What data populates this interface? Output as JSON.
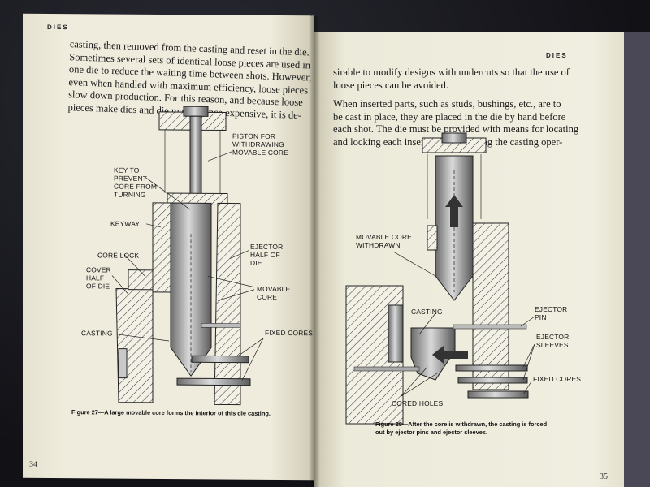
{
  "left_page": {
    "header": "DIES",
    "text_lines": [
      "casting, then removed from the casting and reset in the die.",
      "Sometimes several sets of identical loose pieces are used in",
      "one die to reduce the waiting time between shots. However,",
      "even when handled with maximum efficiency, loose pieces",
      "slow down production. For this reason, and because loose",
      "pieces make dies and die maintenance expensive, it is de-"
    ],
    "figure_labels": {
      "piston": [
        "PISTON FOR",
        "WITHDRAWING",
        "MOVABLE CORE"
      ],
      "key": [
        "KEY TO",
        "PREVENT",
        "CORE FROM",
        "TURNING"
      ],
      "keyway": "KEYWAY",
      "core_lock": "CORE LOCK",
      "cover_half": [
        "COVER",
        "HALF",
        "OF DIE"
      ],
      "ejector_half": [
        "EJECTOR",
        "HALF OF",
        "DIE"
      ],
      "movable_core": [
        "MOVABLE",
        "CORE"
      ],
      "fixed_cores": "FIXED CORES",
      "casting": "CASTING"
    },
    "caption": "Figure 27—A large movable core forms the interior of this die casting.",
    "page_number": "34"
  },
  "right_page": {
    "header": "DIES",
    "text_lines_1": [
      "sirable to modify designs with undercuts so that the use of",
      "loose pieces can be avoided."
    ],
    "text_lines_2": [
      "When inserted parts, such as studs, bushings, etc., are to",
      "be cast in place, they are placed in the die by hand before",
      "each shot. The die must be provided with means for locating",
      "and locking each insert securely during the casting oper-"
    ],
    "figure_labels": {
      "movable_core": [
        "MOVABLE CORE",
        "WITHDRAWN"
      ],
      "casting": "CASTING",
      "ejector_pin": [
        "EJECTOR",
        "PIN"
      ],
      "ejector_sleeves": [
        "EJECTOR",
        "SLEEVES"
      ],
      "fixed_cores": "FIXED CORES",
      "cored_holes": "CORED HOLES"
    },
    "caption_lines": [
      "Figure 28—After the core is withdrawn, the casting is forced",
      "out by ejector pins and ejector sleeves."
    ],
    "page_number": "35"
  }
}
